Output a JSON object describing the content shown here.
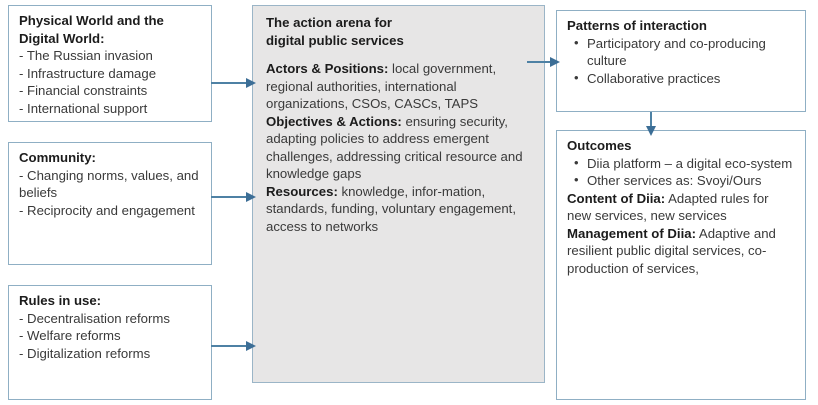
{
  "diagram": {
    "title_semantic": "IAD framework for digital public services in Ukraine",
    "colors": {
      "box_border": "#8FAFC4",
      "arena_fill": "#E7E6E6",
      "arena_border": "#9BB5C7",
      "arrow": "#4E81A4",
      "heading_text": "#1c1c1c",
      "body_text": "#3a3a3a"
    },
    "boxes": {
      "physical": {
        "title_line1": "Physical World and the",
        "title_line2": "Digital World:",
        "items": [
          "- The Russian invasion",
          "- Infrastructure damage",
          "- Financial constraints",
          "- International support"
        ]
      },
      "community": {
        "title": "Community:",
        "items": [
          "- Changing norms, values, and beliefs",
          "- Reciprocity and engagement"
        ]
      },
      "rules": {
        "title": "Rules in use:",
        "items": [
          "- Decentralisation reforms",
          "- Welfare reforms",
          "- Digitalization reforms"
        ]
      },
      "arena": {
        "title_line1": "The action arena for",
        "title_line2": "digital public services",
        "sections": [
          {
            "lead": "Actors & Positions:",
            "text": " local government, regional authorities, international organizations, CSOs, CASCs, TAPS"
          },
          {
            "lead": "Objectives & Actions:",
            "text": " ensuring security, adapting policies to address emergent challenges, addressing critical resource and knowledge gaps"
          },
          {
            "lead": "Resources:",
            "text": " knowledge, infor-mation, standards, funding, voluntary engagement, access to networks"
          }
        ]
      },
      "patterns": {
        "title": "Patterns of interaction",
        "bullets": [
          "Participatory and co-producing culture",
          "Collaborative practices"
        ]
      },
      "outcomes": {
        "title": "Outcomes",
        "bullets": [
          "Diia platform – a digital eco-system",
          "Other services as: Svoyi/Ours"
        ],
        "sections": [
          {
            "lead": "Content of Diia:",
            "text": " Adapted rules for new services, new services"
          },
          {
            "lead": "Management of Diia:",
            "text": " Adaptive and resilient public digital services, co-production of services,"
          }
        ]
      }
    },
    "arrows": {
      "physical_to_arena": "arrow-right",
      "community_to_arena": "arrow-right",
      "rules_to_arena": "arrow-right",
      "arena_to_patterns": "arrow-right",
      "patterns_to_outcomes": "arrow-down"
    }
  }
}
